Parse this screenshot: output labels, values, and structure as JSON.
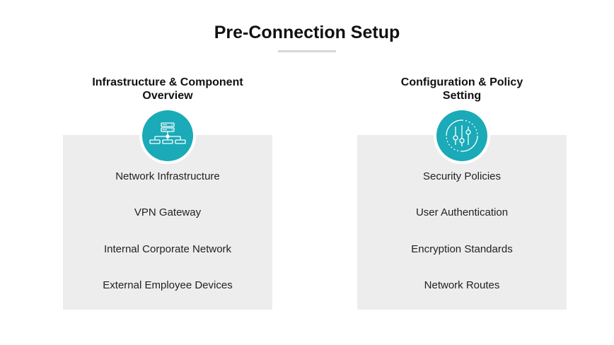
{
  "title": "Pre-Connection Setup",
  "colors": {
    "accent": "#1aaab8",
    "panel": "#ededed",
    "underline": "#d8d8d8"
  },
  "columns": [
    {
      "heading_line1": "Infrastructure & Component",
      "heading_line2": "Overview",
      "icon": "server-network-icon",
      "items": [
        "Network Infrastructure",
        "VPN Gateway",
        "Internal Corporate Network",
        "External Employee Devices"
      ]
    },
    {
      "heading_line1": "Configuration & Policy",
      "heading_line2": "Setting",
      "icon": "sliders-settings-icon",
      "items": [
        "Security Policies",
        "User Authentication",
        "Encryption Standards",
        "Network Routes"
      ]
    }
  ]
}
